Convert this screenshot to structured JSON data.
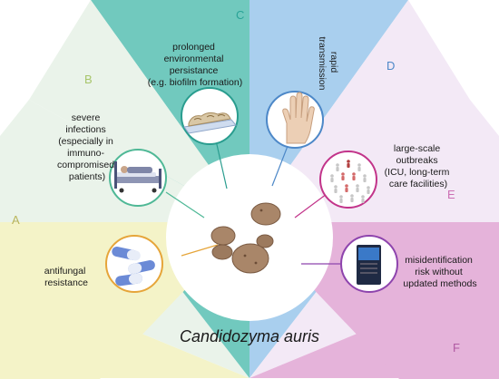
{
  "segments": [
    {
      "letter": "A",
      "color": "#f4f3c8",
      "accent": "#b9b458",
      "line": "#e6a53a",
      "text": [
        "antifungal",
        "resistance"
      ],
      "icon": "pills-icon"
    },
    {
      "letter": "B",
      "color": "#eaf3ea",
      "accent": "#a7c56a",
      "line": "#4fb896",
      "text": [
        "severe",
        "infections",
        "(especially in",
        "immuno-",
        "compromised",
        "patients)"
      ],
      "icon": "hospital-bed-icon"
    },
    {
      "letter": "C",
      "color": "#71c9be",
      "accent": "#2aa397",
      "line": "#2a9d8f",
      "text": [
        "prolonged",
        "environmental",
        "persistance",
        "(e.g. biofilm formation)"
      ],
      "icon": "biofilm-surface-icon"
    },
    {
      "letter": "D",
      "color": "#a9cfee",
      "accent": "#4d88c8",
      "line": "#4d88c8",
      "text": [
        "rapid",
        "transmission"
      ],
      "icon": "hand-icon"
    },
    {
      "letter": "E",
      "color": "#f3e9f6",
      "accent": "#cc6fb4",
      "line": "#c2348a",
      "text": [
        "large-scale",
        "outbreaks",
        "(ICU, long-term",
        "care facilities)"
      ],
      "icon": "people-outbreak-icon"
    },
    {
      "letter": "F",
      "color": "#e5b3da",
      "accent": "#b05aa2",
      "line": "#8e44ad",
      "text": [
        "misidentification",
        "risk without",
        "updated methods"
      ],
      "icon": "mass-spectrometer-icon"
    }
  ],
  "center": {
    "icon": "yeast-cells-icon"
  },
  "caption": "Candidozyma auris"
}
